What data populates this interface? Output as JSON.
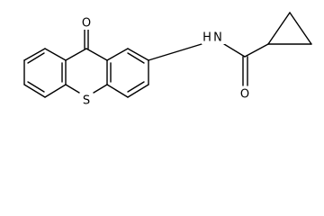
{
  "structure": {
    "atoms": {
      "carbonyl_oxygen": "O",
      "ring_sulfur": "S",
      "amide_nitrogen": "N",
      "amide_hydrogen": "H",
      "amide_oxygen": "O"
    },
    "colors": {
      "bond": "#000000",
      "label": "#000000",
      "background": "#ffffff"
    }
  }
}
